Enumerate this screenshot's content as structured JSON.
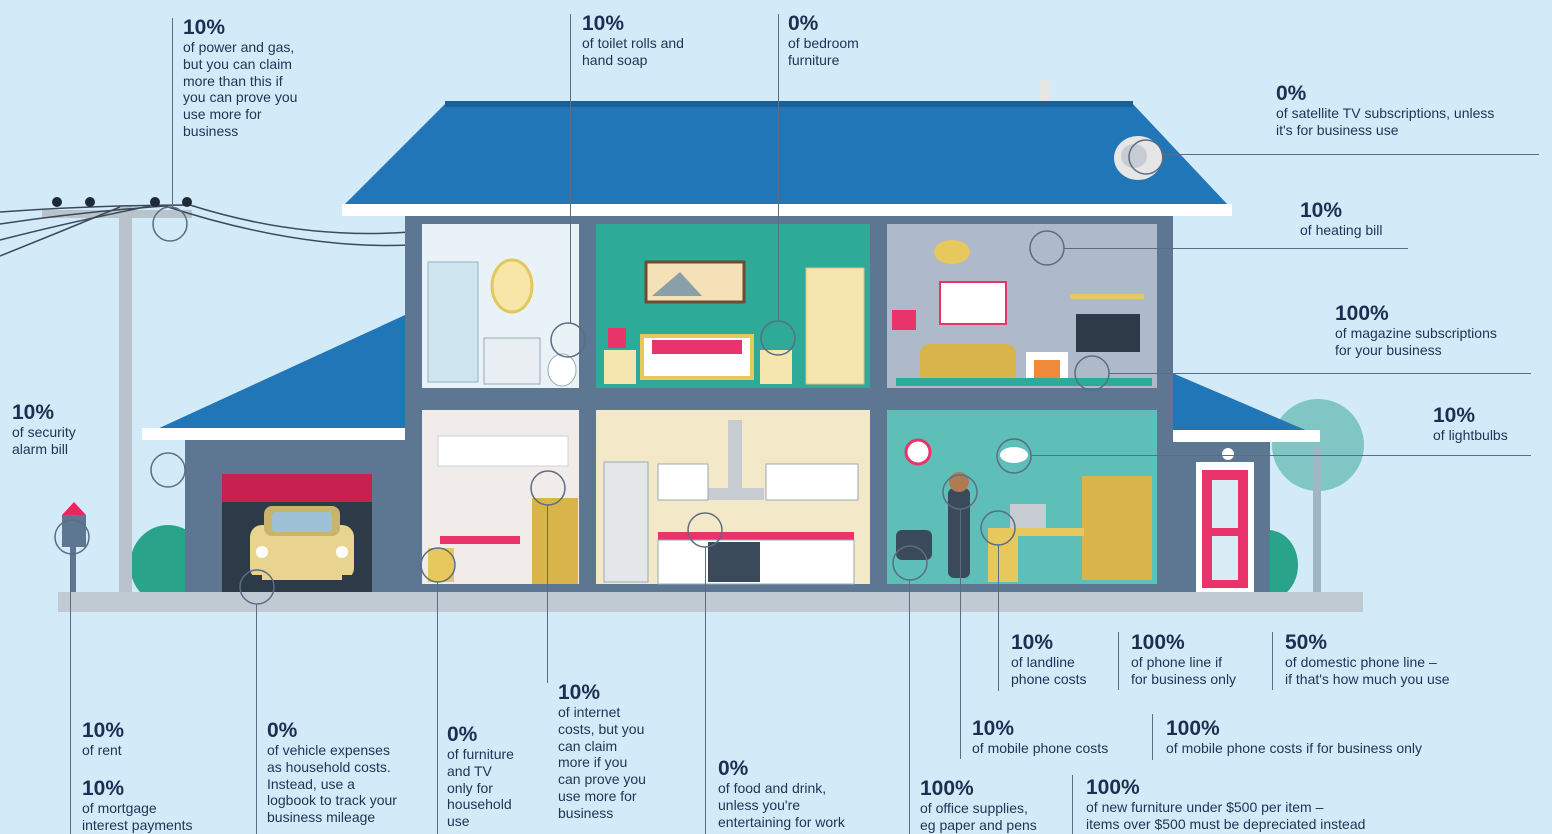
{
  "colors": {
    "background": "#d3ebf8",
    "roof": "#2176b8",
    "wall": "#5d7691",
    "text": "#1e3355"
  },
  "labels": [
    {
      "id": "power-gas",
      "pct": "10%",
      "text": "of power and gas,\nbut you can claim\nmore than this if\nyou can prove you\nuse more for\nbusiness"
    },
    {
      "id": "toilet-rolls",
      "pct": "10%",
      "text": "of toilet rolls and\nhand soap"
    },
    {
      "id": "bedroom-furniture",
      "pct": "0%",
      "text": "of bedroom\nfurniture"
    },
    {
      "id": "satellite-tv",
      "pct": "0%",
      "text": "of satellite TV subscriptions, unless\nit's for business use"
    },
    {
      "id": "heating-bill",
      "pct": "10%",
      "text": "of heating bill"
    },
    {
      "id": "magazine",
      "pct": "100%",
      "text": "of magazine subscriptions\nfor your business"
    },
    {
      "id": "lightbulbs",
      "pct": "10%",
      "text": "of lightbulbs"
    },
    {
      "id": "security-alarm",
      "pct": "10%",
      "text": "of security\nalarm bill"
    },
    {
      "id": "rent",
      "pct": "10%",
      "text": "of rent"
    },
    {
      "id": "mortgage",
      "pct": "10%",
      "text": "of mortgage\ninterest payments"
    },
    {
      "id": "vehicle",
      "pct": "0%",
      "text": "of vehicle expenses\nas household costs.\nInstead, use a\nlogbook to track your\nbusiness mileage"
    },
    {
      "id": "furniture-tv",
      "pct": "0%",
      "text": "of furniture\nand TV\nonly for\nhousehold\nuse"
    },
    {
      "id": "internet",
      "pct": "10%",
      "text": "of internet\ncosts, but you\ncan claim\nmore if you\ncan prove you\nuse more for\nbusiness"
    },
    {
      "id": "food-drink",
      "pct": "0%",
      "text": "of food and drink,\nunless you're\nentertaining for work"
    },
    {
      "id": "office-supplies",
      "pct": "100%",
      "text": "of office supplies,\neg paper and pens"
    },
    {
      "id": "new-furniture",
      "pct": "100%",
      "text": "of new furniture under $500 per item –\nitems over $500 must be depreciated instead"
    },
    {
      "id": "mobile-phone",
      "pct": "10%",
      "text": "of mobile phone costs"
    },
    {
      "id": "mobile-business",
      "pct": "100%",
      "text": "of mobile phone costs if for business only"
    },
    {
      "id": "landline",
      "pct": "10%",
      "text": "of landline\nphone costs"
    },
    {
      "id": "phone-line",
      "pct": "100%",
      "text": "of phone line if\nfor business only"
    },
    {
      "id": "domestic-line",
      "pct": "50%",
      "text": "of domestic phone line –\nif that's how much you use"
    }
  ]
}
